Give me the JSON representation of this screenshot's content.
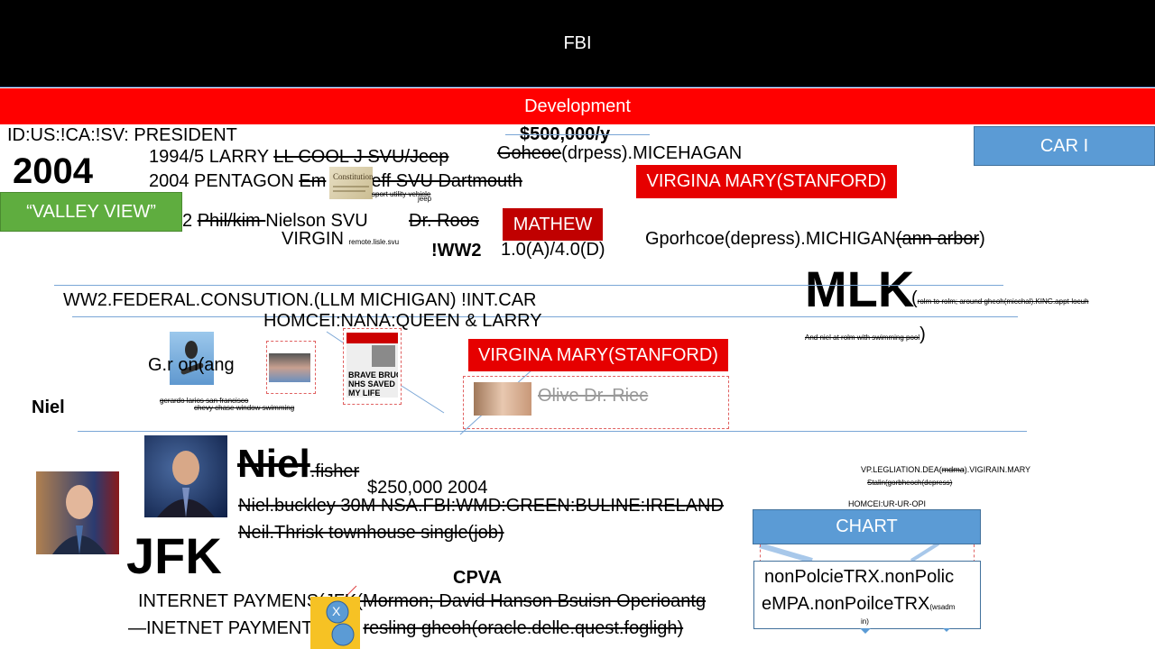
{
  "header": {
    "title": "FBI",
    "subtitle": "Development"
  },
  "buttons": {
    "car": "CAR I",
    "valley": "“VALLEY VIEW”",
    "mathew": "MATHEW",
    "virgina_top": "VIRGINA MARY(STANFORD)",
    "virgina_mid": "VIRGINA MARY(STANFORD)",
    "chart": "CHART"
  },
  "text": {
    "id_line": "ID:US:!CA:!SV: PRESIDENT",
    "year": "2004",
    "salary": "$500,000/y",
    "line1_a": "1994/5  LARRY ",
    "line1_b": "LL COOL J   SVU/Jeep",
    "goheoe_a": "Goheoe",
    "goheoe_b": "(drpess).MICEHAGAN",
    "line2_a": "2004 PENTAGON ",
    "line2_b": "Em",
    "line2_c": "eff SVU Dartmouth",
    "sport": "sport utility vehicle",
    "jeep": "jeep",
    "line3_a": "2 ",
    "line3_b": "Phil/kim ",
    "line3_c": "Nielson SVU",
    "dr_roos": "Dr. Roos",
    "virgin": "VIRGIN ",
    "virgin_small": "remote.lisle.svu",
    "ww2": "!WW2",
    "gpa": "1.0(A)/4.0(D)",
    "gporhcoe_a": "Gporhcoe(depress).MICHIGAN",
    "gporhcoe_b": "(ann arbor",
    "gporhcoe_c": ")",
    "mlk": "MLK",
    "mlk_paren_open": "(",
    "mlk_small": "rolm to rolm; around gheoh(micchal).KING.appt-locuh",
    "mlk_small2": "And niel  at rolm  with swimming pool",
    "mlk_paren_close": ")",
    "ww2_fed": "WW2.FEDERAL.CONSUTION.(LLM MICHIGAN)     !INT.CAR",
    "homcei": "HOMCEI:NANA:QUEEN & LARRY",
    "g_line": "G.r        on(ang",
    "gerardo": "gerardo larios san francisco",
    "chevy": "chevy chase window swimming",
    "olive": "Olive Dr. Riec",
    "niel_label": "Niel",
    "niel_big": "Niel",
    "niel_fisher": ".fisher",
    "amount": "$250,000  2004",
    "buckley": "Niel.buckley 30M NSA.FBI:WMD:GREEN:BULINE:IRELAND",
    "thrisk": "Neil.Thrisk townhouse single(job)",
    "vp_a": "VP.LEGLIATION.DEA(",
    "vp_b": "mdma",
    "vp_c": ").VIGIRAIN.MARY",
    "stalin": "Stalin(gorbheoch(depress)",
    "homcei_ur": "HOMCEI:UR-UR-OPI",
    "jfk": "JFK",
    "cpva": "CPVA",
    "internet1_a": "INTERNET PAYMENS(",
    "internet1_b": "JFK(Mormon;  David Hanson Bsuisn Operioantg",
    "internet2_a": "—INETNET PAYMENT",
    "internet2_b": "resling gheoh(oracle.delle.quest.fogligh)",
    "nonpol1": "nonPolcieTRX.nonPolic",
    "nonpol2": "eMPA.nonPoilceTRX",
    "nonpol_small": "(wsadm",
    "nonpol_small2": "in)",
    "x_label": "X"
  },
  "colors": {
    "header_bg": "#000000",
    "dev_bg": "#ff0000",
    "blue": "#5b9bd5",
    "red": "#e60000",
    "green": "#5fad3f"
  }
}
